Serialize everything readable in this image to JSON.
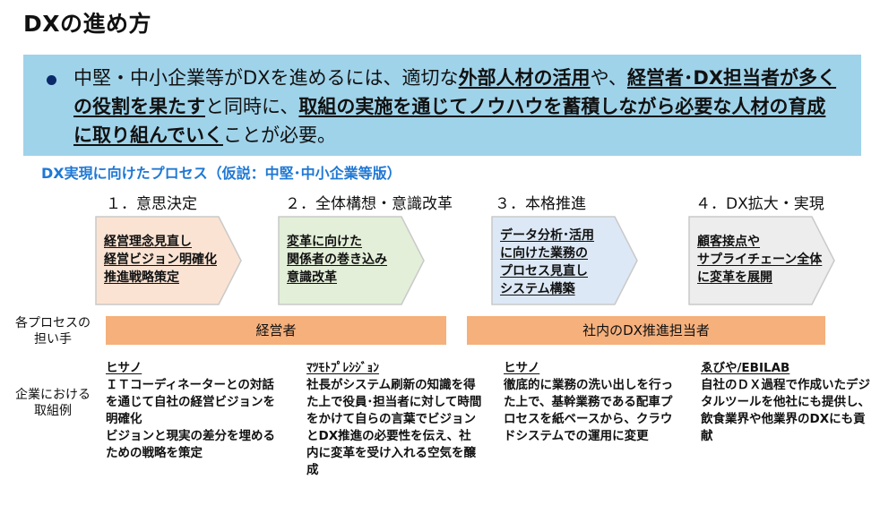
{
  "title": "DXの進め方",
  "summary": {
    "segments": [
      {
        "text": "中堅・中小企業等がDXを進めるには、適切な",
        "em": false
      },
      {
        "text": "外部人材の活用",
        "em": true
      },
      {
        "text": "や、",
        "em": false
      },
      {
        "text": "経営者･DX担当者が多くの役割を果たす",
        "em": true
      },
      {
        "text": "と同時に、",
        "em": false
      },
      {
        "text": "取組の実施を通じてノウハウを蓄積しながら必要な人材の育成に取り組んでいく",
        "em": true
      },
      {
        "text": "ことが必要。",
        "em": false
      }
    ]
  },
  "process_title": "DX実現に向けたプロセス（仮説：中堅･中小企業等版）",
  "steps": [
    {
      "label": "１．意思決定",
      "fill": "#fbe3d3",
      "lines": [
        "経営理念見直し",
        "経営ビジョン明確化",
        "推進戦略策定"
      ]
    },
    {
      "label": "２．全体構想・意識改革",
      "fill": "#e3efd8",
      "lines": [
        "変革に向けた",
        "関係者の巻き込み",
        "意識改革"
      ]
    },
    {
      "label": "３．本格推進",
      "fill": "#dce8f5",
      "lines": [
        "データ分析･活用",
        "に向けた業務の",
        "プロセス見直し",
        "システム構築"
      ]
    },
    {
      "label": "４．DX拡大・実現",
      "fill": "#ededed",
      "lines": [
        "顧客接点や",
        "サプライチェーン全体",
        "に変革を展開"
      ]
    }
  ],
  "roles_label": [
    "各プロセスの",
    "担い手"
  ],
  "roles": [
    "経営者",
    "社内のDX推進担当者"
  ],
  "examples_label": [
    "企業における",
    "取組例"
  ],
  "examples": [
    {
      "company": "ヒサノ",
      "text": "ＩＴコーディネーターとの対話を通じて自社の経営ビジョンを明確化\nビジョンと現実の差分を埋めるための戦略を策定"
    },
    {
      "company": "ﾏﾂﾓﾄﾌﾟﾚｼｼﾞｮﾝ",
      "text": "社長がシステム刷新の知識を得た上で役員･担当者に対して時間をかけて自らの言葉でビジョンとDX推進の必要性を伝え、社内に変革を受け入れる空気を醸成"
    },
    {
      "company": "ヒサノ",
      "text": "徹底的に業務の洗い出しを行った上で、基幹業務である配車プロセスを紙ベースから、クラウドシステムでの運用に変更"
    },
    {
      "company": "ゑびや/EBILAB",
      "text": "自社のＤＸ過程で作成いたデジタルツールを他社にも提供し、飲食業界や他業界のDXにも貢献"
    }
  ],
  "colors": {
    "summary_bg": "#9fd3ea",
    "accent_blue": "#1f78d4",
    "role_bar": "#f5b07c",
    "arrow_stroke": "#c9c9c9"
  }
}
